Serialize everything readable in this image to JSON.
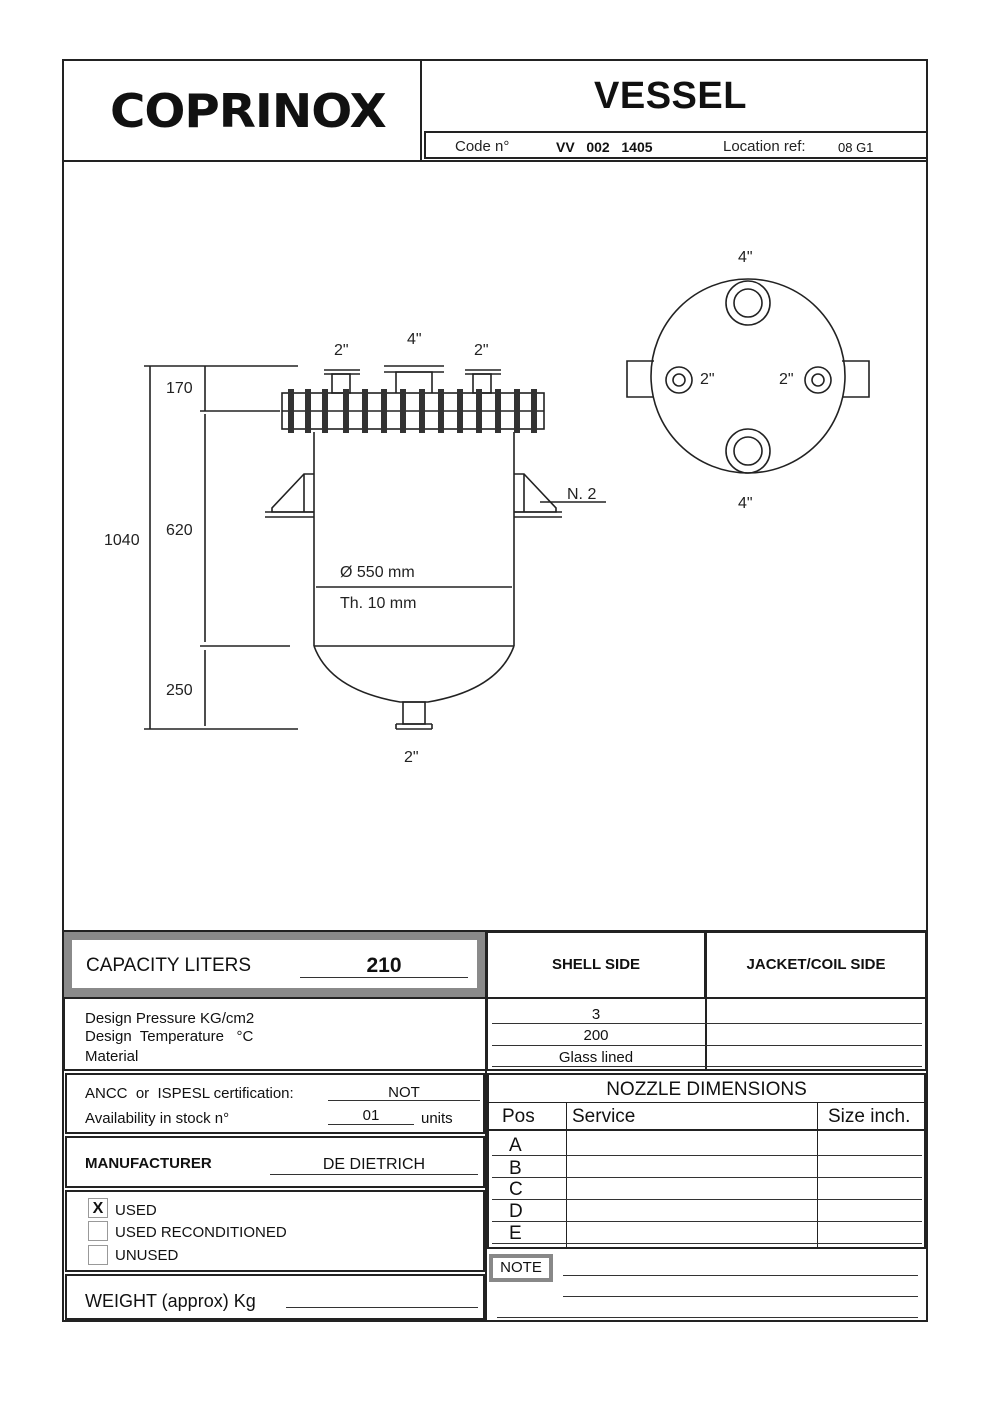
{
  "header": {
    "logo_text": "COPRINOX",
    "title": "VESSEL",
    "code_label": "Code n°",
    "code_value": "VV   002   1405",
    "location_label": "Location ref:",
    "location_value": "08 G1"
  },
  "drawing": {
    "nozzle_top_left": "2\"",
    "nozzle_top_center": "4\"",
    "nozzle_top_right": "2\"",
    "nozzle_bottom": "2\"",
    "dim_total": "1040",
    "dim_top": "170",
    "dim_middle": "620",
    "dim_bottom": "250",
    "diameter": "Ø 550 mm",
    "thickness": "Th. 10 mm",
    "support_label": "N. 2",
    "plan_top": "4\"",
    "plan_bottom": "4\"",
    "plan_left": "2\"",
    "plan_right": "2\""
  },
  "capacity": {
    "label": "CAPACITY LITERS",
    "value": "210"
  },
  "columns": {
    "shell": "SHELL SIDE",
    "jacket": "JACKET/COIL SIDE"
  },
  "design": {
    "pressure_label": "Design  Pressure  KG/cm2",
    "temperature_label": "Design  Temperature   °C",
    "material_label": "Material",
    "shell_pressure": "3",
    "shell_temperature": "200",
    "shell_material": "Glass lined"
  },
  "certification": {
    "label": "ANCC  or  ISPESL certification:",
    "value": "NOT",
    "stock_label": "Availability in stock n°",
    "stock_value": "01",
    "units": "units"
  },
  "manufacturer": {
    "label": "MANUFACTURER",
    "value": "DE DIETRICH"
  },
  "condition": {
    "options": [
      {
        "label": "USED",
        "mark": "X"
      },
      {
        "label": "USED RECONDITIONED",
        "mark": ""
      },
      {
        "label": "UNUSED",
        "mark": ""
      }
    ]
  },
  "weight": {
    "label": "WEIGHT (approx) Kg"
  },
  "nozzles": {
    "title": "NOZZLE  DIMENSIONS",
    "headers": [
      "Pos",
      "Service",
      "Size inch."
    ],
    "positions": [
      "A",
      "B",
      "C",
      "D",
      "E"
    ]
  },
  "note": {
    "label": "NOTE"
  }
}
